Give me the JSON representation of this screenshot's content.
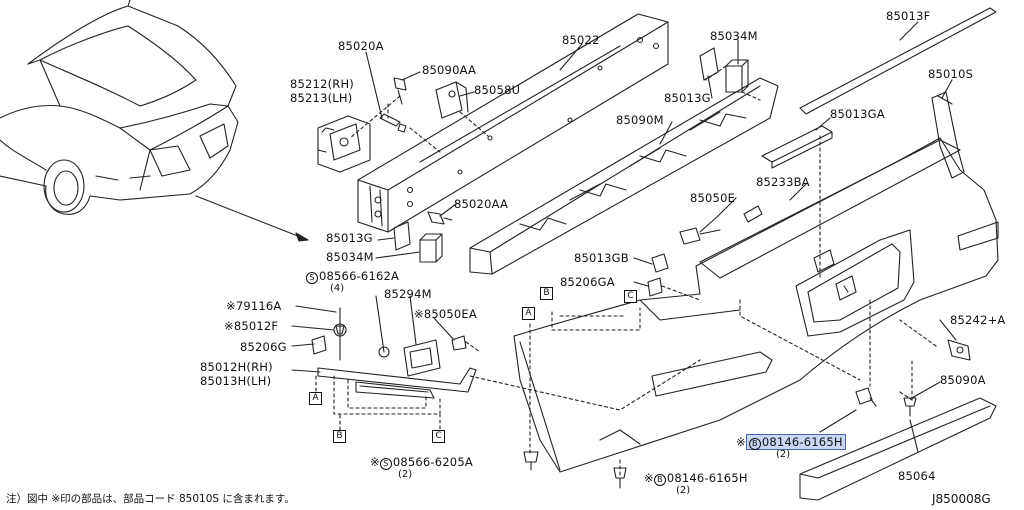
{
  "diagram": {
    "labels": {
      "p85020A": "85020A",
      "p85090AA": "85090AA",
      "p85058U": "85058U",
      "p85212": "85212(RH)",
      "p85213": "85213(LH)",
      "p85022": "85022",
      "p85034M_top": "85034M",
      "p85013G_top": "85013G",
      "p85090M": "85090M",
      "p85013F": "85013F",
      "p85010S": "85010S",
      "p85013GA": "85013GA",
      "p85233BA": "85233BA",
      "p85050E": "85050E",
      "p85020AA": "85020AA",
      "p85013G_left": "85013G",
      "p85034M_left": "85034M",
      "p85013GB": "85013GB",
      "p85206GA": "85206GA",
      "p08566_6162A": "08566-6162A",
      "p79116A": "※79116A",
      "p85294M": "85294M",
      "p85050EA": "※85050EA",
      "p85012F": "※85012F",
      "p85206G": "85206G",
      "p85012H": "85012H(RH)",
      "p85013H": "85013H(LH)",
      "p85242A": "85242+A",
      "p85090A": "85090A",
      "p08146_6165H_a": "08146-6165H",
      "p08146_6165H_b": "08146-6165H",
      "p08566_6205A": "08566-6205A",
      "p85064": "85064"
    },
    "quantities": {
      "q08566_6162A": "(4)",
      "q08146_a": "(2)",
      "q08146_b": "(2)",
      "q08566_6205A": "(2)"
    },
    "prefixes": {
      "mark": "※",
      "s_code": "S",
      "b_code": "B"
    },
    "refs": {
      "A": "A",
      "B": "B",
      "C": "C"
    },
    "footnote": "注）図中 ※印の部品は、部品コード 85010S に含まれます。",
    "drawing_code": "J850008G",
    "highlight_color": "#c9d6f5"
  }
}
